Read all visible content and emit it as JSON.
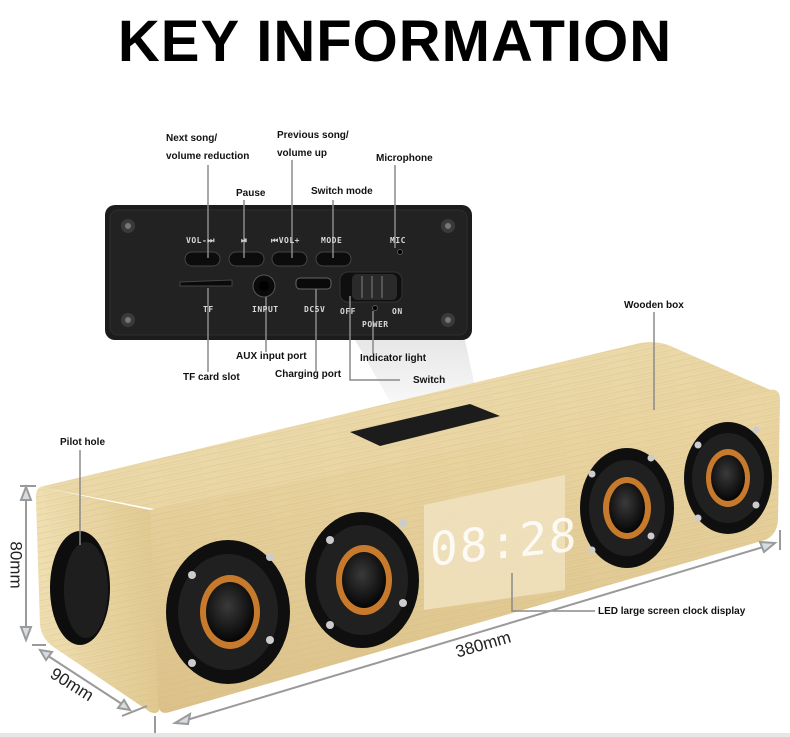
{
  "title": "KEY INFORMATION",
  "control_panel": {
    "buttons": [
      {
        "text": "VOL-⏭",
        "function": "Next song/ volume reduction"
      },
      {
        "text": "⏯",
        "function": "Pause"
      },
      {
        "text": "⏮VOL+",
        "function": "Previous song/ volume up"
      },
      {
        "text": "MODE",
        "function": "Switch mode"
      }
    ],
    "mic_text": "MIC",
    "tf_text": "TF",
    "input_text": "INPUT",
    "dc_text": "DC5V",
    "off_text": "OFF",
    "on_text": "ON",
    "power_text": "POWER"
  },
  "callouts": {
    "next_song_line1": "Next song/",
    "next_song_line2": "volume reduction",
    "prev_song_line1": "Previous song/",
    "prev_song_line2": "volume up",
    "microphone": "Microphone",
    "pause": "Pause",
    "switch_mode": "Switch mode",
    "aux_input": "AUX input port",
    "tf_card": "TF card slot",
    "charging": "Charging port",
    "indicator": "Indicator light",
    "switch": "Switch",
    "wooden_box": "Wooden box",
    "pilot_hole": "Pilot hole",
    "led_display": "LED large screen clock display"
  },
  "dimensions": {
    "height": "80mm",
    "depth": "90mm",
    "length": "380mm"
  },
  "clock": {
    "time": "08:28"
  },
  "colors": {
    "wood": "#ecd9a9",
    "wood_dark": "#d9bf85",
    "panel": "#1c1c1c",
    "speaker_ring": "#c87a2c",
    "leader_line": "#8a8a8a"
  }
}
